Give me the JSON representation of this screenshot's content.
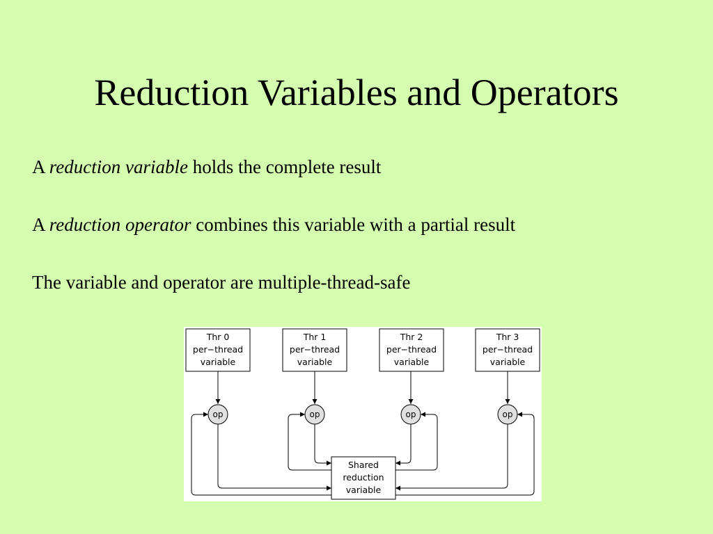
{
  "slide": {
    "title": "Reduction Variables and Operators",
    "bullets": [
      {
        "prefix": "A ",
        "emphasis": "reduction variable",
        "suffix": " holds the complete result"
      },
      {
        "prefix": "A ",
        "emphasis": "reduction operator",
        "suffix": " combines this variable with a partial result"
      },
      {
        "prefix": "",
        "emphasis": "",
        "suffix": "The variable and operator are multiple-thread-safe"
      }
    ]
  },
  "diagram": {
    "threads": [
      {
        "name": "Thr 0",
        "line2": "per−thread",
        "line3": "variable"
      },
      {
        "name": "Thr 1",
        "line2": "per−thread",
        "line3": "variable"
      },
      {
        "name": "Thr 2",
        "line2": "per−thread",
        "line3": "variable"
      },
      {
        "name": "Thr 3",
        "line2": "per−thread",
        "line3": "variable"
      }
    ],
    "operator_label": "op",
    "shared": {
      "line1": "Shared",
      "line2": "reduction",
      "line3": "variable"
    },
    "colors": {
      "background": "#d5fdaf",
      "op_fill": "#e0e0e0",
      "line": "#000000"
    }
  }
}
